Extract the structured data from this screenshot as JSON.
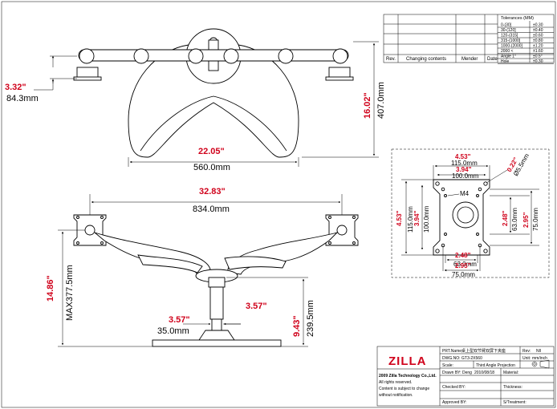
{
  "top_view": {
    "dim_height_in": "3.32\"",
    "dim_height_mm": "84.3mm",
    "dim_width_in": "22.05\"",
    "dim_width_mm": "560.0mm",
    "dim_depth_in": "16.02\"",
    "dim_depth_mm": "407.0mm"
  },
  "front_view": {
    "dim_span_in": "32.83\"",
    "dim_span_mm": "834.0mm",
    "dim_max_height_in": "14.86\"",
    "dim_max_height_mm": "MAX377.5mm",
    "dim_pole_in": "3.57\"",
    "dim_pole_mm": "35.0mm",
    "dim_pole2_in": "3.57\"",
    "dim_pole_height_in": "9.43\"",
    "dim_pole_height_mm": "239.5mm"
  },
  "vesa_plate": {
    "outer_w_in": "4.53\"",
    "outer_w_mm": "115.0mm",
    "inner_w_in": "3.94\"",
    "inner_w_mm": "100.0mm",
    "hole_in": "0.22\"",
    "hole_mm": "Ø5.5mm",
    "screw": "M4",
    "outer_h_in": "4.53\"",
    "outer_h_mm": "115.0mm",
    "inner_h_in": "3.94\"",
    "inner_h_mm": "100.0mm",
    "h63_in": "2.48\"",
    "h63_mm": "63.0mm",
    "h75_in": "2.95\"",
    "h75_mm": "75.0mm",
    "b63_in": "2.48\"",
    "b63_mm": "63.0mm",
    "b75_in": "2.95\"",
    "b75_mm": "75.0mm"
  },
  "revision_table": {
    "headers": [
      "Rev.",
      "Changing contents",
      "Mender",
      "Date"
    ],
    "tolerance_title": "Tolerances (MM)",
    "tolerances": [
      [
        "0-(30]",
        "±0.30"
      ],
      [
        "30-(120]",
        "±0.40"
      ],
      [
        "120-(315]",
        "±0.60"
      ],
      [
        "315-(1000]",
        "±0.80"
      ],
      [
        "1000-(2000]",
        "±1.20"
      ],
      [
        "2000 <",
        "±1.60"
      ],
      [
        "Angle 1°",
        "±0.5°"
      ],
      [
        "Hole",
        "±0.30"
      ]
    ]
  },
  "title_block": {
    "logo": "ZILLA",
    "company": "2009 Zilla Technology Co.,Ltd.",
    "rights": "All rights reserved.",
    "notice1": "Content is subject to change",
    "notice2": "without notification.",
    "part_name_label": "PRT.Name:",
    "part_name": "桌上型双节臂双屏下夹座",
    "rev_label": "Rev:",
    "rev_value": "NIl",
    "dwg_label": "DWG.NO:",
    "dwg_value": "GT3-2X560",
    "unit_label": "Unit:",
    "unit_value": "mm/inch",
    "scale_label": "Scale:",
    "projection": "Third Angle Projection",
    "drawn_label": "Drawn BY: Deng",
    "drawn_date": "2010/08/18",
    "material_label": "Material:",
    "checked_label": "Checked BY:",
    "thickness_label": "Thickness:",
    "approved_label": "Approved BY:",
    "treatment_label": "S/Treatment:"
  }
}
